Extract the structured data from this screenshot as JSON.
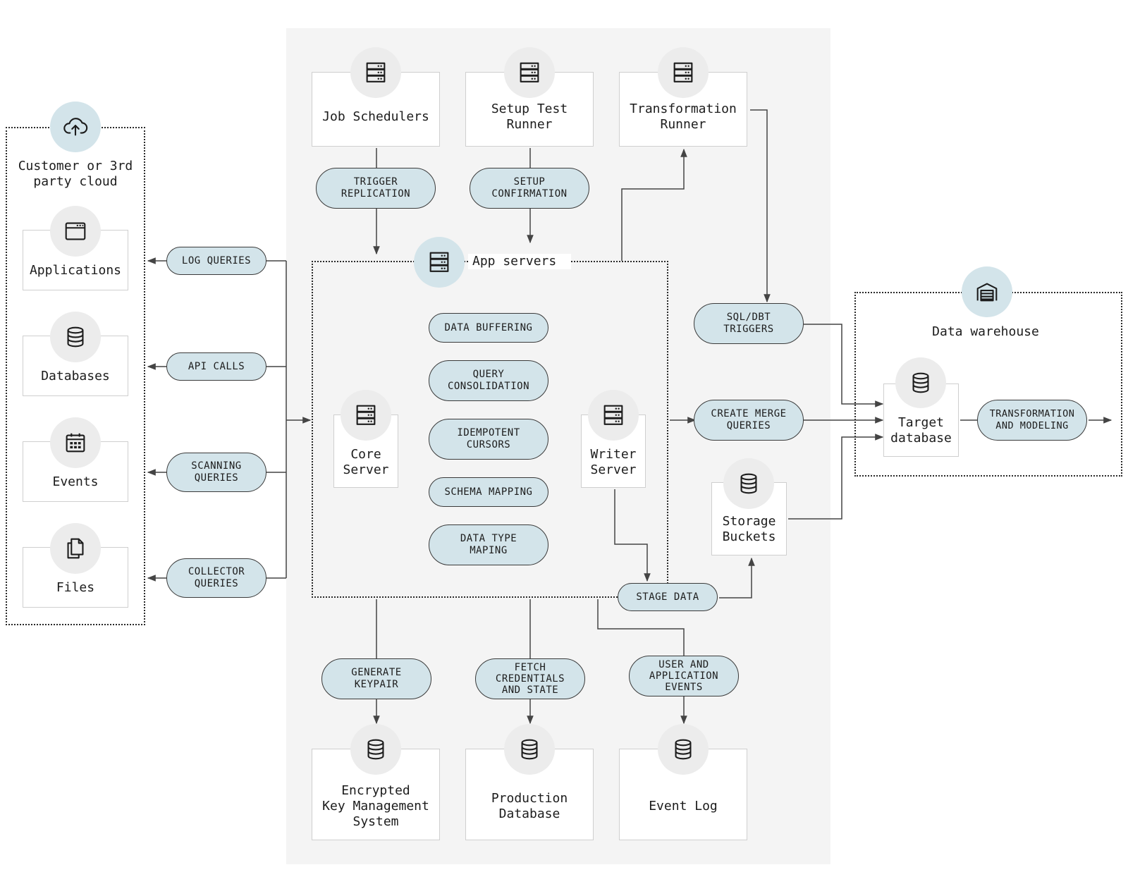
{
  "groups": {
    "cloud": "Customer or 3rd\nparty cloud",
    "app_servers": "App servers",
    "warehouse": "Data warehouse"
  },
  "nodes": {
    "applications": "Applications",
    "databases": "Databases",
    "events": "Events",
    "files": "Files",
    "job_schedulers": "Job Schedulers",
    "setup_test_runner": "Setup Test\nRunner",
    "transformation_runner": "Transformation\nRunner",
    "core_server": "Core\nServer",
    "writer_server": "Writer\nServer",
    "storage_buckets": "Storage\nBuckets",
    "target_database": "Target\ndatabase",
    "encrypted_kms": "Encrypted\nKey Management\nSystem",
    "production_database": "Production\nDatabase",
    "event_log": "Event Log"
  },
  "edges": {
    "log_queries": "LOG QUERIES",
    "api_calls": "API CALLS",
    "scanning_queries": "SCANNING\nQUERIES",
    "collector_queries": "COLLECTOR\nQUERIES",
    "trigger_replication": "TRIGGER\nREPLICATION",
    "setup_confirmation": "SETUP\nCONFIRMATION",
    "sql_dbt_triggers": "SQL/DBT\nTRIGGERS",
    "create_merge_queries": "CREATE MERGE\nQUERIES",
    "stage_data": "STAGE DATA",
    "transformation_and_modeling": "TRANSFORMATION\nAND MODELING",
    "generate_keypair": "GENERATE\nKEYPAIR",
    "fetch_credentials": "FETCH\nCREDENTIALS\nAND STATE",
    "user_app_events": "USER AND\nAPPLICATION\nEVENTS"
  },
  "capabilities": {
    "data_buffering": "DATA BUFFERING",
    "query_consolidation": "QUERY\nCONSOLIDATION",
    "idempotent_cursors": "IDEMPOTENT\nCURSORS",
    "schema_mapping": "SCHEMA MAPPING",
    "data_type_maping": "DATA TYPE\nMAPING"
  },
  "colors": {
    "pill_fill": "#d3e4ea",
    "panel_fill": "#f4f4f4",
    "icon_circle": "#ececec",
    "line": "#444444"
  },
  "icons": {
    "cloud": "cloud-upload-icon",
    "server": "server-icon",
    "database": "database-icon",
    "browser": "browser-window-icon",
    "calendar": "calendar-icon",
    "files": "files-icon",
    "warehouse": "warehouse-icon"
  }
}
